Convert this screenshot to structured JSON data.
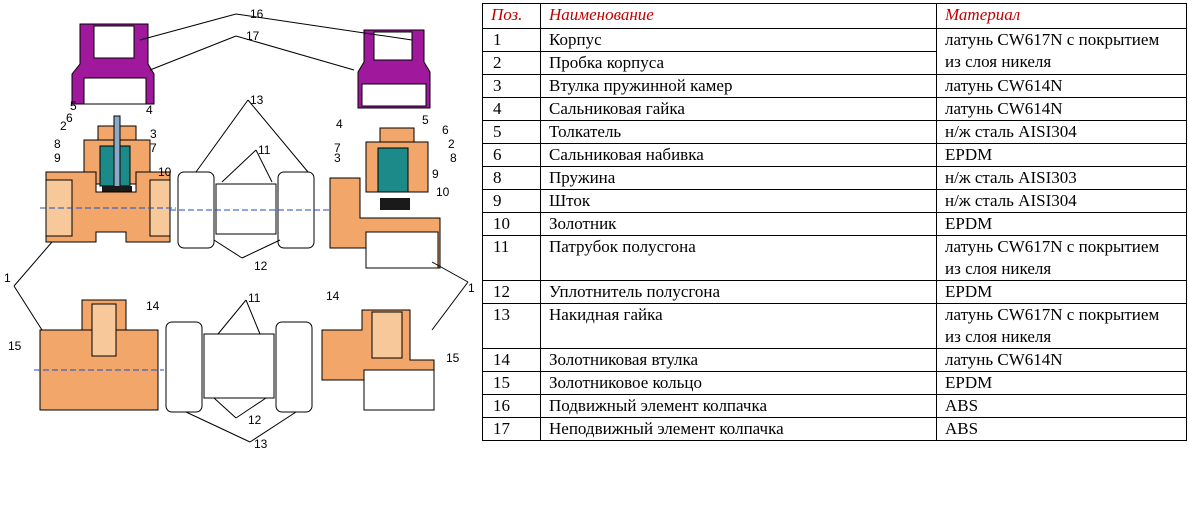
{
  "table": {
    "headers": [
      "Поз.",
      "Наименование",
      "Материал"
    ],
    "rows": [
      {
        "pos": "1",
        "name": "Корпус",
        "material": "латунь CW617N с покрытием из слоя никеля"
      },
      {
        "pos": "2",
        "name": "Пробка корпуса",
        "material": ""
      },
      {
        "pos": "3",
        "name": "Втулка пружинной камер",
        "material": "латунь CW614N"
      },
      {
        "pos": "4",
        "name": "Сальниковая гайка",
        "material": "латунь CW614N"
      },
      {
        "pos": "5",
        "name": "Толкатель",
        "material": "н/ж сталь AISI304"
      },
      {
        "pos": "6",
        "name": "Сальниковая набивка",
        "material": "EPDM"
      },
      {
        "pos": "8",
        "name": "Пружина",
        "material": "н/ж сталь AISI303"
      },
      {
        "pos": "9",
        "name": "Шток",
        "material": "н/ж сталь AISI304"
      },
      {
        "pos": "10",
        "name": "Золотник",
        "material": "EPDM"
      },
      {
        "pos": "11",
        "name": "Патрубок полусгона",
        "material": "латунь CW617N с покрытием из слоя никеля"
      },
      {
        "pos": "12",
        "name": "Уплотнитель полусгона",
        "material": "EPDM"
      },
      {
        "pos": "13",
        "name": "Накидная гайка",
        "material": "латунь CW617N с покрытием из слоя никеля"
      },
      {
        "pos": "14",
        "name": "Золотниковая втулка",
        "material": "латунь CW614N"
      },
      {
        "pos": "15",
        "name": "Золотниковое кольцо",
        "material": "EPDM"
      },
      {
        "pos": "16",
        "name": "Подвижный элемент колпачка",
        "material": "ABS"
      },
      {
        "pos": "17",
        "name": "Неподвижный элемент колпачка",
        "material": "ABS"
      }
    ]
  },
  "diagram": {
    "callouts": [
      "1",
      "2",
      "3",
      "4",
      "5",
      "6",
      "7",
      "8",
      "9",
      "10",
      "11",
      "12",
      "13",
      "14",
      "15",
      "16",
      "17"
    ],
    "colors": {
      "brass": "#f2a66a",
      "brass_light": "#f7c99a",
      "cap": "#a0199c",
      "spring": "#1d8a8a",
      "seal": "#1a1a1a",
      "axis": "#1a50c8"
    }
  }
}
